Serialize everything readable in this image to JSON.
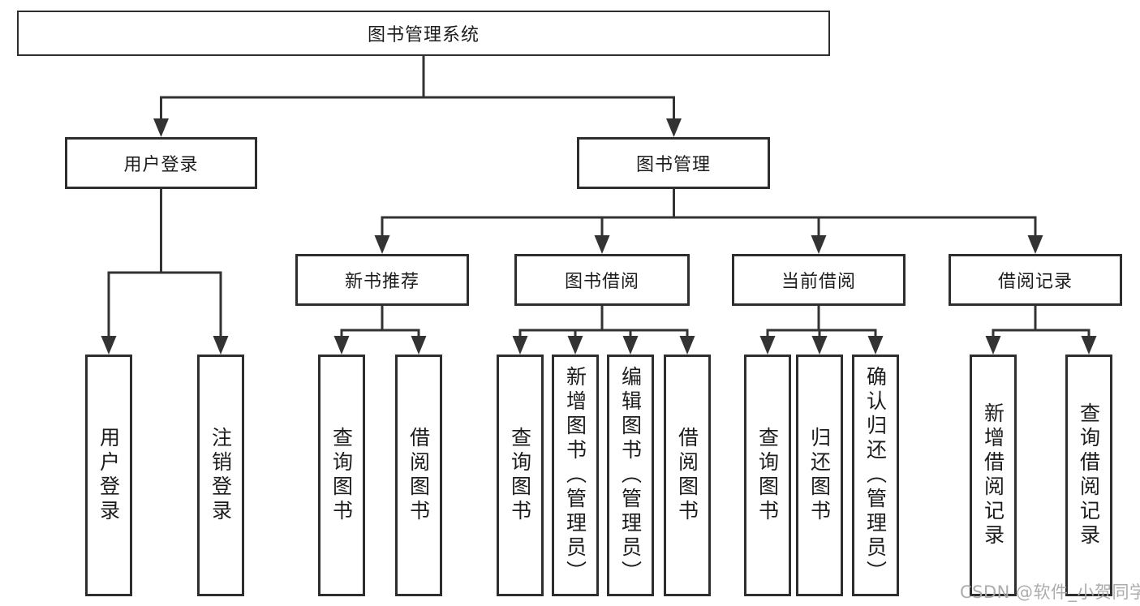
{
  "tree": {
    "label": "图书管理系统",
    "children": [
      {
        "label": "用户登录",
        "children": [
          {
            "label": "用户登录"
          },
          {
            "label": "注销登录"
          }
        ]
      },
      {
        "label": "图书管理",
        "children": [
          {
            "label": "新书推荐",
            "children": [
              {
                "label": "查询图书"
              },
              {
                "label": "借阅图书"
              }
            ]
          },
          {
            "label": "图书借阅",
            "children": [
              {
                "label": "查询图书"
              },
              {
                "label": "新增图书（管理员）"
              },
              {
                "label": "编辑图书（管理员）"
              },
              {
                "label": "借阅图书"
              }
            ]
          },
          {
            "label": "当前借阅",
            "children": [
              {
                "label": "查询图书"
              },
              {
                "label": "归还图书"
              },
              {
                "label": "确认归还（管理员）"
              }
            ]
          },
          {
            "label": "借阅记录",
            "children": [
              {
                "label": "新增借阅记录"
              },
              {
                "label": "查询借阅记录"
              }
            ]
          }
        ]
      }
    ]
  },
  "watermark": "CSDN @软件_小贺同学",
  "colors": {
    "line": "#333333",
    "text": "#1c1c1c",
    "watermark": "#a8a8a8",
    "background": "#ffffff"
  }
}
